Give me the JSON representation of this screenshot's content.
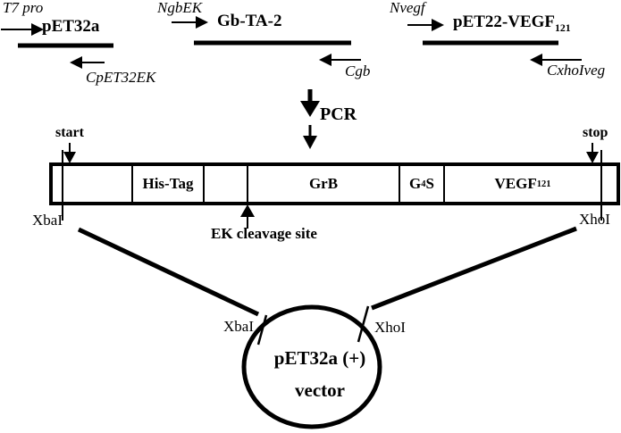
{
  "figure": {
    "background": "#ffffff",
    "ink_color": "#000000"
  },
  "pcr_templates": [
    {
      "forward_primer": "T7 pro",
      "template_name": "pET32a",
      "template_name_sub": "",
      "reverse_primer": "CpET32EK"
    },
    {
      "forward_primer": "NgbEK",
      "template_name": "Gb-TA-2",
      "template_name_sub": "",
      "reverse_primer": "Cgb"
    },
    {
      "forward_primer": "Nvegf",
      "template_name": "pET22-VEGF",
      "template_name_sub": "121",
      "reverse_primer": "CxhoIveg"
    }
  ],
  "pcr_step_label": "PCR",
  "construct": {
    "start_label": "start",
    "stop_label": "stop",
    "his_tag_segment": "His-Tag",
    "grb_segment": "GrB",
    "g4s_segment_base": "G",
    "g4s_segment_sub": "4",
    "g4s_segment_tail": "S",
    "vegf_segment_base": "VEGF",
    "vegf_segment_sub": "121",
    "xbai_site_label": "XbaI",
    "xhoi_site_label": "XhoI",
    "ek_cleavage_label": "EK cleavage site"
  },
  "vector": {
    "xbai_cut_label": "XbaI",
    "xhoi_cut_label": "XhoI",
    "name_line_1": "pET32a (+)",
    "name_line_2": "vector"
  }
}
